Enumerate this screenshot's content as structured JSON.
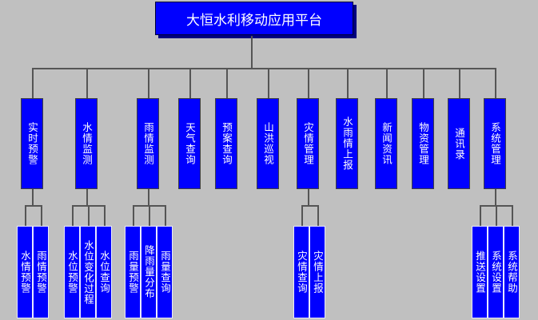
{
  "root": {
    "label": "大恒水利移动应用平台"
  },
  "modules": [
    {
      "label": "实时预警",
      "children": [
        "水情预警",
        "雨情预警"
      ]
    },
    {
      "label": "水情监测",
      "children": [
        "水位预警",
        "水位变化过程",
        "水位查询"
      ]
    },
    {
      "label": "雨情监测",
      "children": [
        "雨量预警",
        "降雨量分布",
        "雨量查询"
      ]
    },
    {
      "label": "天气查询",
      "children": []
    },
    {
      "label": "预案查询",
      "children": []
    },
    {
      "label": "山洪巡视",
      "children": []
    },
    {
      "label": "灾情管理",
      "children": [
        "灾情查询",
        "灾情上报"
      ]
    },
    {
      "label": "水雨情上报",
      "children": []
    },
    {
      "label": "新闻资讯",
      "children": []
    },
    {
      "label": "物资管理",
      "children": []
    },
    {
      "label": "通讯录",
      "children": []
    },
    {
      "label": "系统管理",
      "children": [
        "推送设置",
        "系统设置",
        "系统帮助"
      ]
    }
  ],
  "colors": {
    "box": "#0000ff",
    "background": "#c0c0c0",
    "line": "#555555"
  }
}
